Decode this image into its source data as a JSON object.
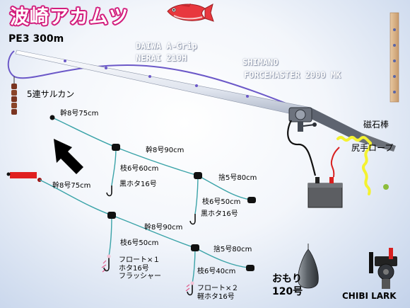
{
  "title": "波崎アカムツ",
  "main_line": "PE3 300m",
  "swivel_label": "5連サルカン",
  "rod_line1": "DAIWA A-Grip",
  "rod_line2": "NERAI 210H",
  "reel_line1": "SHIMANO",
  "reel_line2": "FORCEMASTER 2000 MK",
  "magnet_label": "磁石棒",
  "rope_label": "尻手ロープ",
  "rig1": {
    "trunk_top": "幹8号75cm",
    "trunk_mid": "幹8号90cm",
    "branch1": "枝6号60cm",
    "hook1": "黒ホタ16号",
    "sacrifice": "捨5号80cm",
    "branch2": "枝6号50cm",
    "hook2": "黒ホタ16号"
  },
  "rig2": {
    "trunk_top": "幹8号75cm",
    "trunk_mid": "幹8号90cm",
    "branch1": "枝6号50cm",
    "hook1": "フロート×１\nホタ16号\nフラッシャー",
    "sacrifice": "捨5号80cm",
    "branch2": "枝6号40cm",
    "hook2": "フロート×２\n軽ホタ16号"
  },
  "sinker_label": "おもり\n120号",
  "gear_label": "CHIBI LARK",
  "colors": {
    "title_outline": "#d21d7c",
    "leader": "#3aa3a8",
    "main_line": "#6b58c8",
    "rope": "#f4f230",
    "cushion": "#e02020"
  }
}
